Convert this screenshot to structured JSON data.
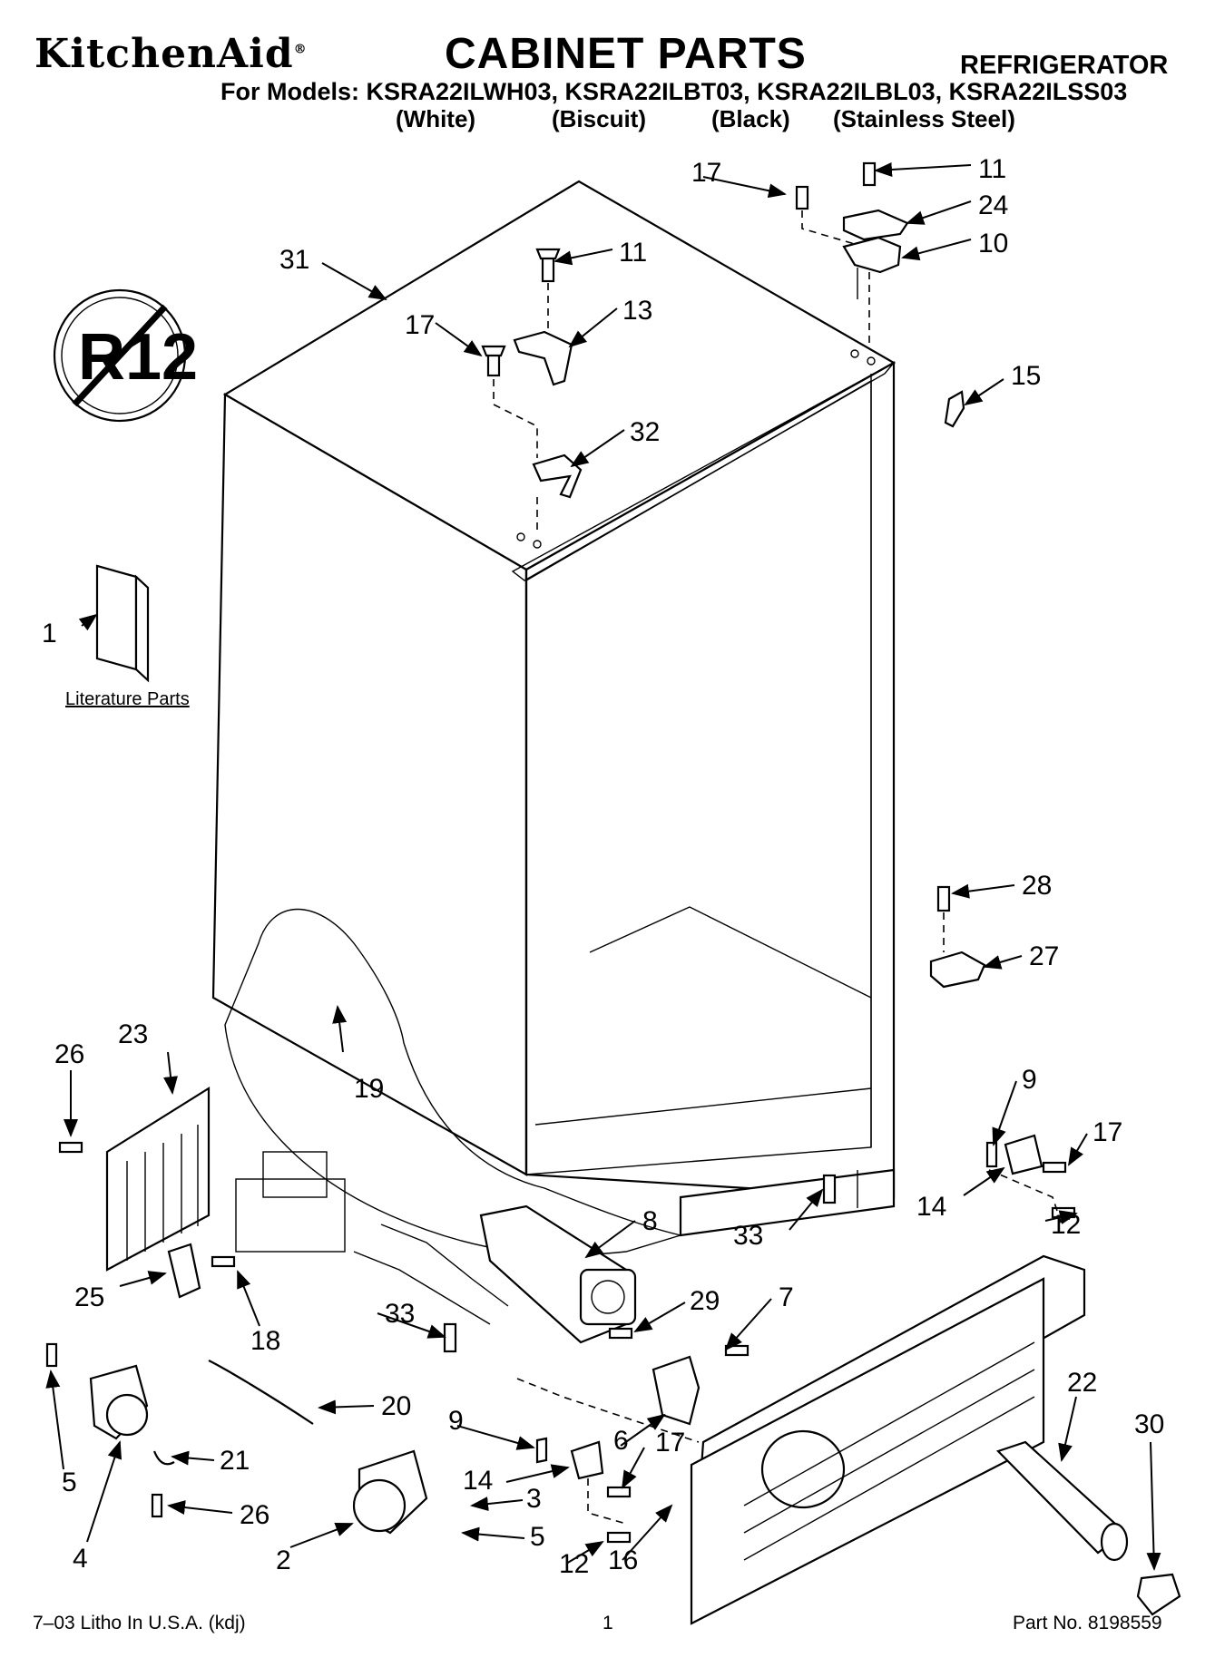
{
  "header": {
    "brand": "KitchenAid",
    "brand_mark": "®",
    "title": "CABINET PARTS",
    "subtitle": "REFRIGERATOR",
    "models_line": "For Models: KSRA22ILWH03, KSRA22ILBT03, KSRA22ILBL03, KSRA22ILSS03",
    "variants": [
      "(White)",
      "(Biscuit)",
      "(Black)",
      "(Stainless Steel)"
    ]
  },
  "badge": {
    "text": "R12"
  },
  "literature_label": "Literature Parts",
  "callouts": {
    "c1": "1",
    "c2": "2",
    "c3": "3",
    "c4": "4",
    "c5a": "5",
    "c5b": "5",
    "c6": "6",
    "c7": "7",
    "c8": "8",
    "c9a": "9",
    "c9b": "9",
    "c10": "10",
    "c11a": "11",
    "c11b": "11",
    "c12a": "12",
    "c12b": "12",
    "c13": "13",
    "c14a": "14",
    "c14b": "14",
    "c15": "15",
    "c16": "16",
    "c17a": "17",
    "c17b": "17",
    "c17c": "17",
    "c17d": "17",
    "c18": "18",
    "c19": "19",
    "c20": "20",
    "c21": "21",
    "c22": "22",
    "c23": "23",
    "c24": "24",
    "c25": "25",
    "c26a": "26",
    "c26b": "26",
    "c27": "27",
    "c28": "28",
    "c29": "29",
    "c30": "30",
    "c31": "31",
    "c32": "32",
    "c33a": "33",
    "c33b": "33"
  },
  "footer": {
    "left": "7–03 Litho In U.S.A. (kdj)",
    "center": "1",
    "right": "Part No. 8198559"
  }
}
